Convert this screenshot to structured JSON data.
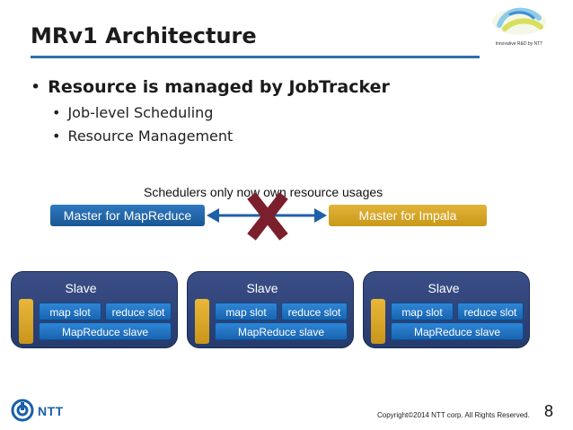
{
  "slide": {
    "title": "MRv1 Architecture",
    "logo_caption": "Innovative R&D by NTT",
    "bullet_main": "Resource is managed by JobTracker",
    "sub_bullets": [
      "Job-level Scheduling",
      "Resource Management"
    ],
    "bullet_glyph": "•"
  },
  "diagram": {
    "scheduler_note": "Schedulers only now own resource usages",
    "master_mapreduce": "Master for MapReduce",
    "master_impala": "Master for Impala",
    "slaves": [
      {
        "label": "Slave",
        "map_slot": "map slot",
        "reduce_slot": "reduce slot",
        "mr_slave": "MapReduce slave"
      },
      {
        "label": "Slave",
        "map_slot": "map slot",
        "reduce_slot": "reduce slot",
        "mr_slave": "MapReduce slave"
      },
      {
        "label": "Slave",
        "map_slot": "map slot",
        "reduce_slot": "reduce slot",
        "mr_slave": "MapReduce slave"
      }
    ],
    "colors": {
      "master_mapreduce": "#1f64a6",
      "master_impala": "#d6a62a",
      "cross": "#7a1f2b",
      "arrow": "#1f5fa8",
      "slave_bg": "#2f4278"
    }
  },
  "footer": {
    "company": "NTT",
    "copyright": "Copyright©2014  NTT corp. All Rights Reserved.",
    "page_number": "8"
  }
}
